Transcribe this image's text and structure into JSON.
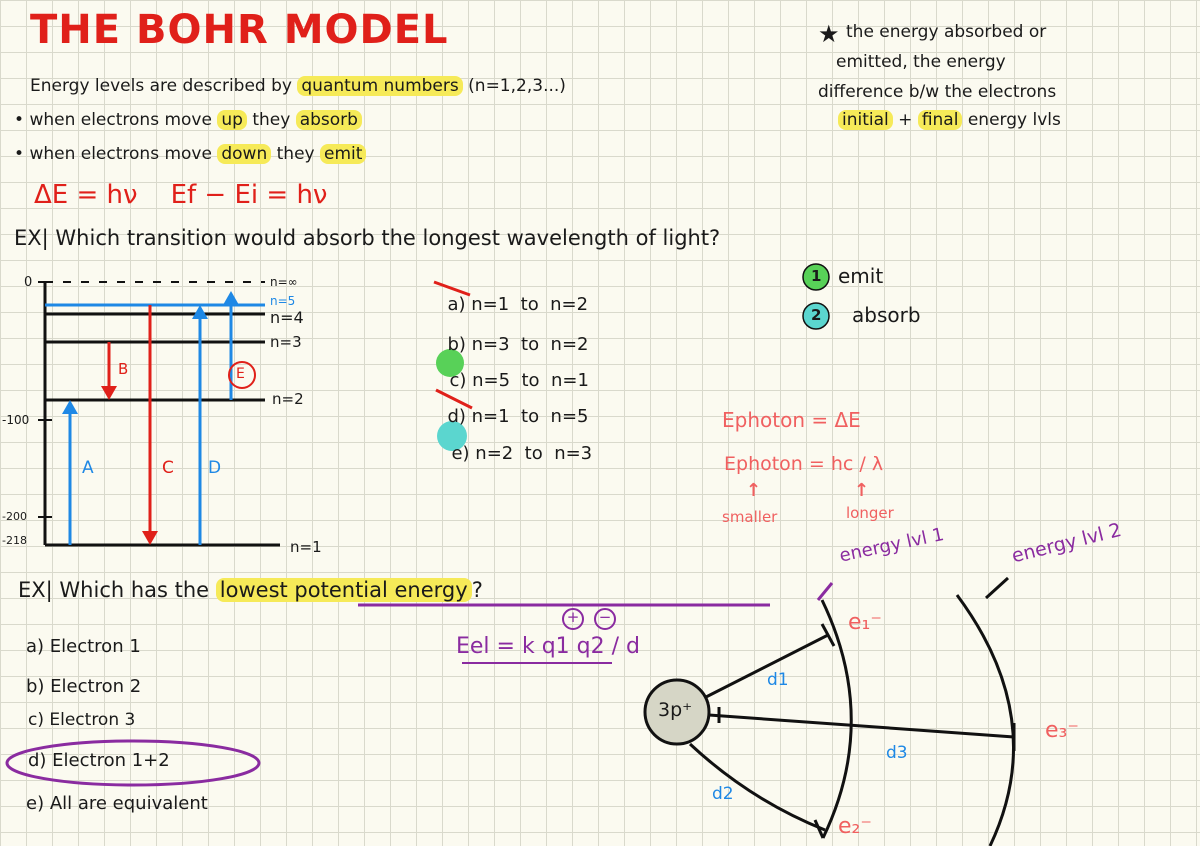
{
  "title": "THE BOHR MODEL",
  "intro": {
    "line1_pre": "Energy levels are described by",
    "line1_hl": "quantum numbers",
    "line1_post": "(n=1,2,3...)",
    "bullet1_pre": "when electrons move",
    "bullet1_hl1": "up",
    "bullet1_mid": "they",
    "bullet1_hl2": "absorb",
    "bullet2_pre": "when electrons move",
    "bullet2_hl1": "down",
    "bullet2_mid": "they",
    "bullet2_hl2": "emit",
    "formula": "ΔE = hν    Ef − Ei = hν"
  },
  "note": {
    "star": "★",
    "line1": "the energy absorbed or",
    "line2": "emitted, the energy",
    "line3": "difference b/w the electrons",
    "line4_hl1": "initial",
    "line4_mid": "+",
    "line4_hl2": "final",
    "line4_post": "energy lvls"
  },
  "ex1": {
    "question": "EX| Which transition would absorb the longest wavelength of light?",
    "options": [
      {
        "label": "a)",
        "text": "n=1  to  n=2"
      },
      {
        "label": "b)",
        "text": "n=3  to  n=2"
      },
      {
        "label": "c)",
        "text": "n=5  to  n=1"
      },
      {
        "label": "d)",
        "text": "n=1  to  n=5"
      },
      {
        "label": "e)",
        "text": "n=2  to  n=3"
      }
    ],
    "legend1_num": "1",
    "legend1": "emit",
    "legend2_num": "2",
    "legend2": "absorb",
    "ephoton1": "Ephoton = ΔE",
    "ephoton2": "Ephoton = hc / λ",
    "arrow_up": "↑",
    "smaller": "smaller",
    "longer": "longer"
  },
  "diagram": {
    "y_top": "0",
    "y_mid": "-100",
    "y_low": "-200",
    "y_bottom": "-218",
    "levels": [
      "n=∞",
      "n=5",
      "n=4",
      "n=3",
      "n=2",
      "n=1"
    ],
    "transitions": [
      "A",
      "B",
      "C",
      "D",
      "E"
    ]
  },
  "ex2": {
    "question_pre": "EX| Which has the",
    "question_hl": "lowest potential energy",
    "question_post": "?",
    "formula": "Eel = k q1 q2 / d",
    "options": [
      "a) Electron 1",
      "b) Electron 2",
      "c) Electron 3",
      "d) Electron 1+2",
      "e) All are equivalent"
    ],
    "energy_lvl1": "energy lvl 1",
    "energy_lvl2": "energy lvl 2",
    "nucleus": "3p⁺",
    "e1": "e₁⁻",
    "e2": "e₂⁻",
    "e3": "e₃⁻",
    "d1": "d1",
    "d2": "d2",
    "d3": "d3",
    "plus": "+",
    "minus": "−"
  }
}
